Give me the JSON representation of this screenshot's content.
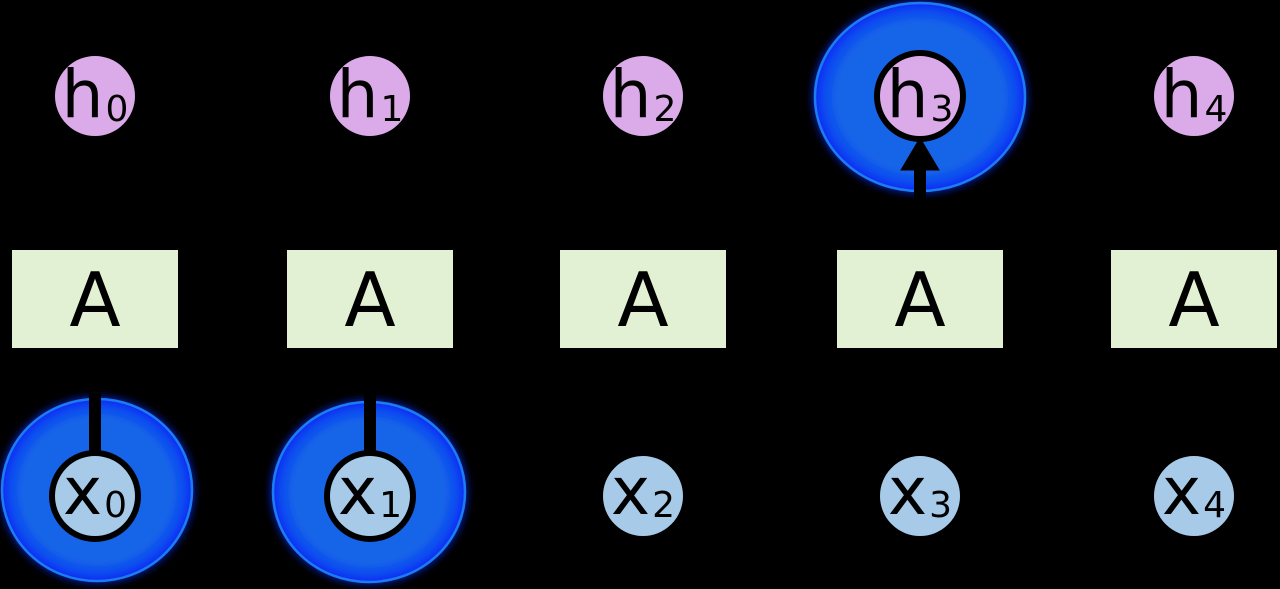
{
  "diagram": {
    "type": "rnn-unrolled-network",
    "colors": {
      "background": "#000000",
      "outline": "#000000",
      "text": "#000000",
      "hidden_node_fill": "#dbaae8",
      "input_node_fill": "#a7cae8",
      "cell_fill": "#e2f0d3",
      "highlight_fill": "#1565e8",
      "highlight_edge": "#1e7df2",
      "highlight_glow": "#0a2af2"
    },
    "hidden_nodes": [
      {
        "base": "h",
        "sub": "0"
      },
      {
        "base": "h",
        "sub": "1"
      },
      {
        "base": "h",
        "sub": "2"
      },
      {
        "base": "h",
        "sub": "3"
      },
      {
        "base": "h",
        "sub": "4"
      }
    ],
    "cells": [
      "A",
      "A",
      "A",
      "A",
      "A"
    ],
    "input_nodes": [
      {
        "base": "x",
        "sub": "0"
      },
      {
        "base": "x",
        "sub": "1"
      },
      {
        "base": "x",
        "sub": "2"
      },
      {
        "base": "x",
        "sub": "3"
      },
      {
        "base": "x",
        "sub": "4"
      }
    ],
    "highlighted_nodes": [
      "x0",
      "x1",
      "h3"
    ]
  }
}
